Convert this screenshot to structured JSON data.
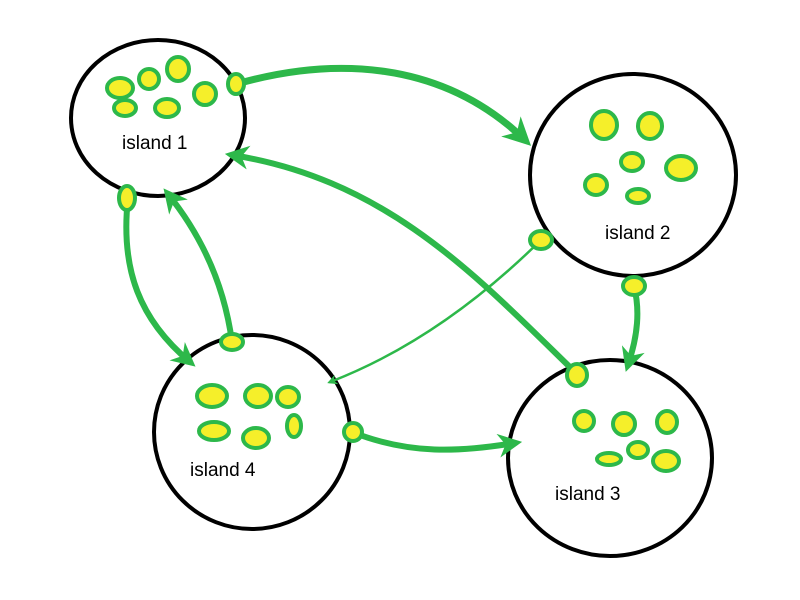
{
  "colors": {
    "arrow": "#2db84a",
    "node_fill": "#f5ef2a",
    "node_stroke": "#2db84a",
    "island_stroke": "#000000",
    "background": "#ffffff"
  },
  "islands": [
    {
      "id": "island-1",
      "label": "island 1"
    },
    {
      "id": "island-2",
      "label": "island 2"
    },
    {
      "id": "island-3",
      "label": "island 3"
    },
    {
      "id": "island-4",
      "label": "island 4"
    }
  ],
  "connections": [
    {
      "from": "island 1",
      "to": "island 2"
    },
    {
      "from": "island 1",
      "to": "island 4"
    },
    {
      "from": "island 4",
      "to": "island 1"
    },
    {
      "from": "island 2",
      "to": "island 4"
    },
    {
      "from": "island 3",
      "to": "island 1"
    },
    {
      "from": "island 2",
      "to": "island 3"
    },
    {
      "from": "island 4",
      "to": "island 3"
    }
  ]
}
